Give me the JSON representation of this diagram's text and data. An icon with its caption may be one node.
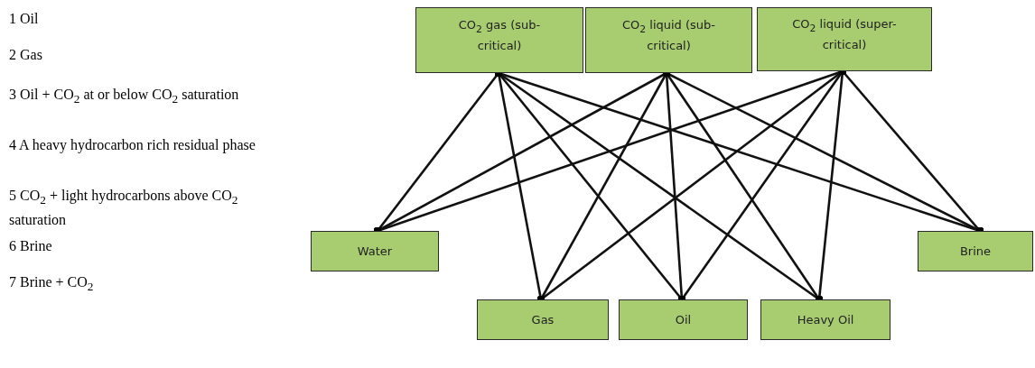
{
  "diagram": {
    "nodes": [
      {
        "text": [
          "CO$_{2}$ gas (sub-critical)"
        ]
      },
      {
        "text": [
          "CO$_{2}$ liquid (sub-critical)"
        ]
      },
      {
        "text": [
          "CO$_{2}$ liquid (super-critical)"
        ]
      },
      {
        "text": [
          "Water"
        ]
      },
      {
        "text": [
          "Brine"
        ]
      },
      {
        "text": [
          "Gas"
        ]
      },
      {
        "text": [
          "Oil"
        ]
      },
      {
        "text": [
          "Heavy Oil"
        ]
      }
    ],
    "edges": [
      {
        "from": 0,
        "to": 3,
        "arrow": "other"
      },
      {
        "from": 0,
        "to": 5,
        "arrow": "other"
      },
      {
        "from": 0,
        "to": 6,
        "arrow": "other"
      },
      {
        "from": 0,
        "to": 7,
        "arrow": "other"
      },
      {
        "from": 0,
        "to": 4,
        "arrow": "other"
      },
      {
        "from": 1,
        "to": 3,
        "arrow": "other"
      },
      {
        "from": 1,
        "to": 5,
        "arrow": "other"
      },
      {
        "from": 1,
        "to": 6,
        "arrow": "other"
      },
      {
        "from": 1,
        "to": 7,
        "arrow": "other"
      },
      {
        "from": 1,
        "to": 4,
        "arrow": "other"
      },
      {
        "from": 2,
        "to": 3,
        "arrow": "other"
      },
      {
        "from": 2,
        "to": 5,
        "arrow": "other"
      },
      {
        "from": 2,
        "to": 6,
        "arrow": "other"
      },
      {
        "from": 2,
        "to": 7,
        "arrow": "other"
      },
      {
        "from": 2,
        "to": 4,
        "arrow": "other"
      }
    ],
    "labels": [
      "1 Oil",
      "2 Gas",
      "3 Oil + CO$_{2}$ at or below CO$_{2}$ saturation",
      "4 A heavy hydrocarbon rich residual phase",
      "5 CO$_{2}$ + light hydrocarbons above CO$_{2}$ saturation",
      "6 Brine",
      "7 Brine + CO$_{2}$"
    ]
  }
}
